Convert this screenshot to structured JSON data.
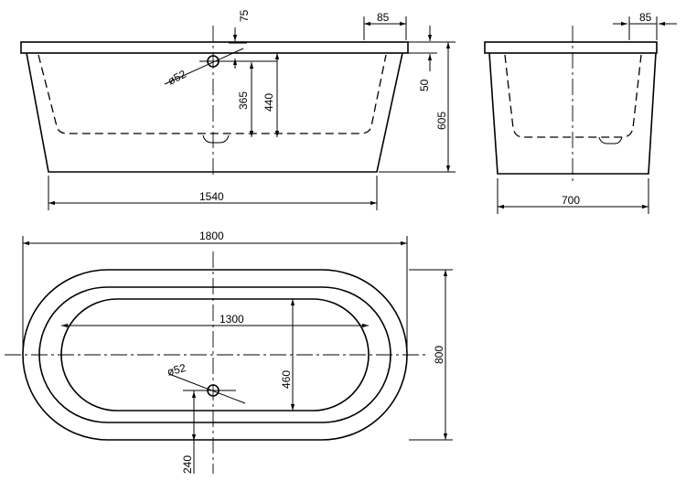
{
  "front_view": {
    "dims": {
      "overflow_top": "75",
      "rim_thickness": "85",
      "drain_diameter": "ø52",
      "overflow_height": "365",
      "inner_depth": "440",
      "rim_step": "50",
      "total_height": "605",
      "base_length": "1540"
    }
  },
  "side_view": {
    "dims": {
      "rim_thickness": "85",
      "base_width": "700"
    }
  },
  "top_view": {
    "dims": {
      "total_length": "1800",
      "inner_length": "1300",
      "total_width": "800",
      "inner_width": "460",
      "drain_diameter": "ø52",
      "drain_offset": "240"
    }
  }
}
